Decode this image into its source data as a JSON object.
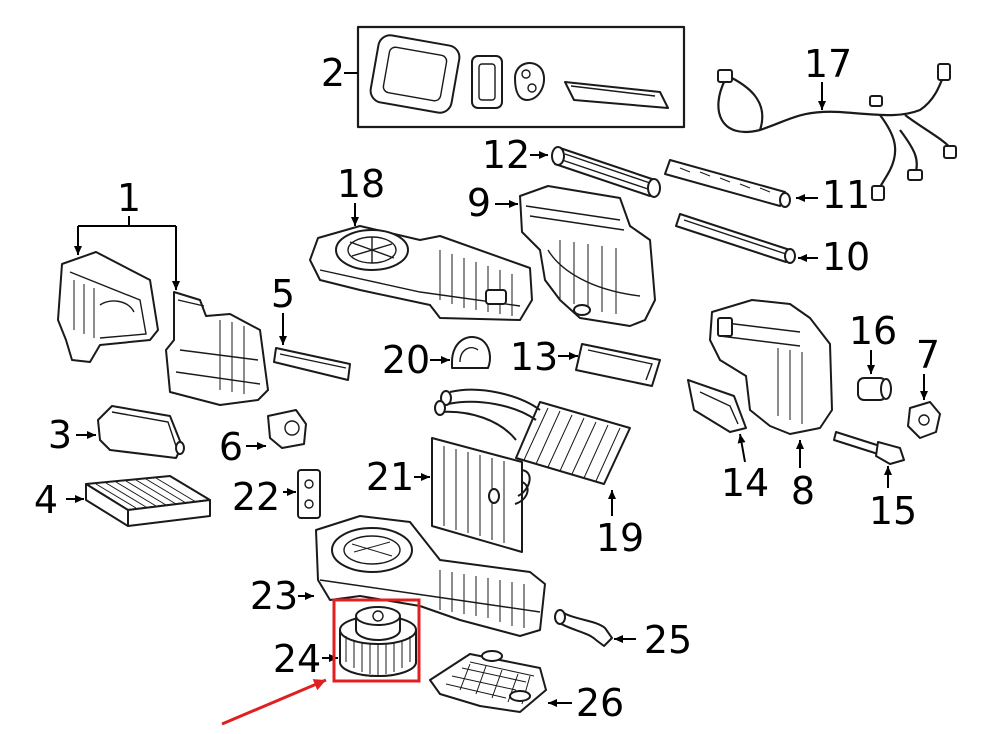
{
  "callouts": {
    "c1": "1",
    "c2": "2",
    "c3": "3",
    "c4": "4",
    "c5": "5",
    "c6": "6",
    "c7": "7",
    "c8": "8",
    "c9": "9",
    "c10": "10",
    "c11": "11",
    "c12": "12",
    "c13": "13",
    "c14": "14",
    "c15": "15",
    "c16": "16",
    "c17": "17",
    "c18": "18",
    "c19": "19",
    "c20": "20",
    "c21": "21",
    "c22": "22",
    "c23": "23",
    "c24": "24",
    "c25": "25",
    "c26": "26"
  },
  "highlight": {
    "part": "24",
    "color": "#e02020"
  }
}
